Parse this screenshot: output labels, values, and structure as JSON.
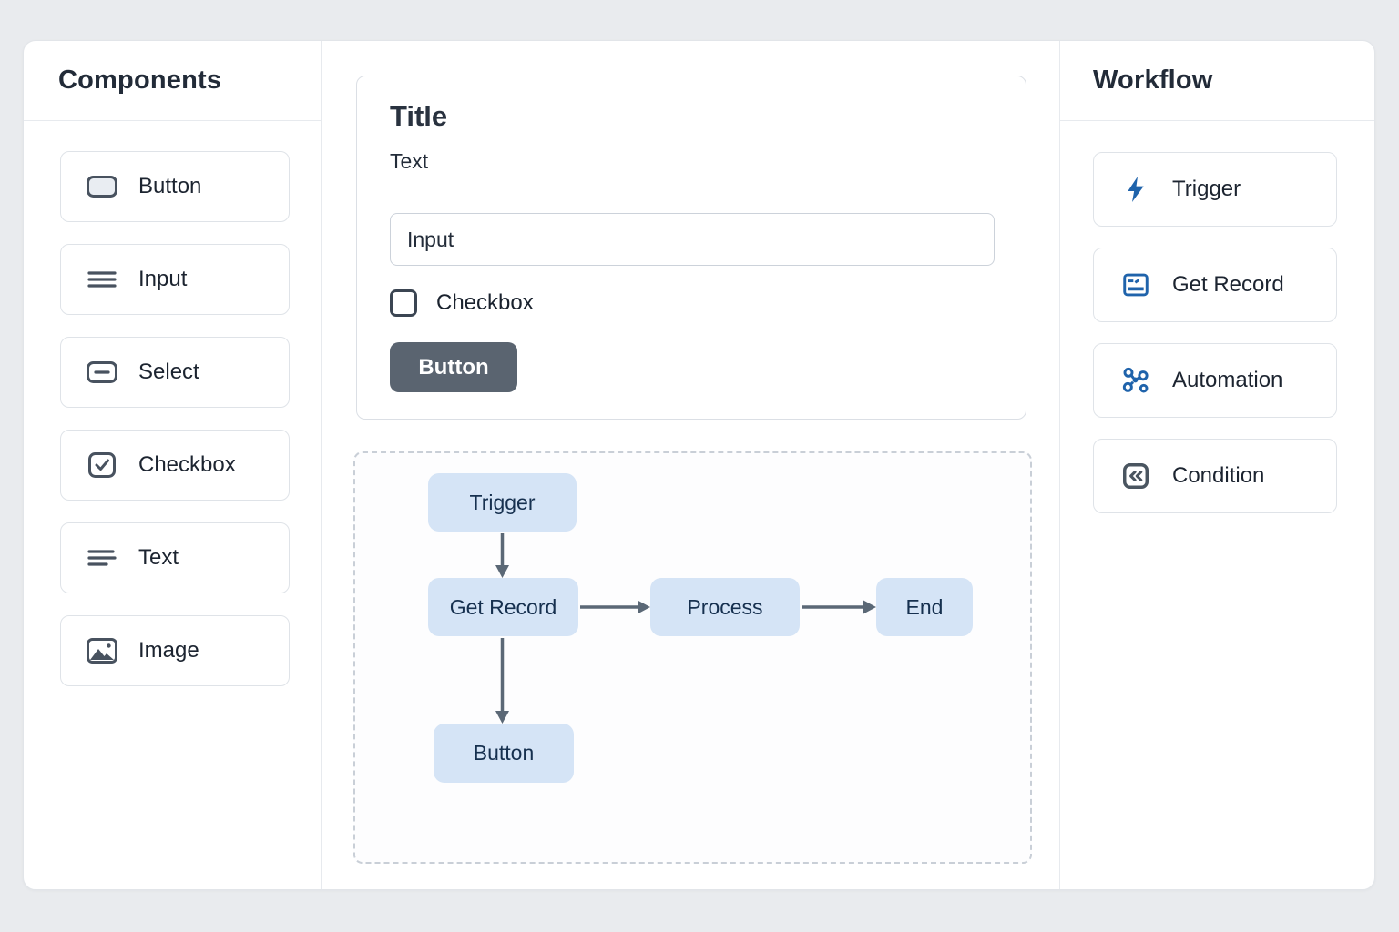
{
  "theme": {
    "colors": {
      "page-bg": "#e9ebee",
      "accent-blue": "#1f63ab",
      "icon-slate": "#48525f",
      "node-bg": "#d5e4f6",
      "node-text": "#16304f",
      "arrow": "#5b6876",
      "dark-button-bg": "#5a6470"
    }
  },
  "components_panel": {
    "title": "Components",
    "items": [
      {
        "label": "Button",
        "icon": "button-icon"
      },
      {
        "label": "Input",
        "icon": "input-icon"
      },
      {
        "label": "Select",
        "icon": "select-icon"
      },
      {
        "label": "Checkbox",
        "icon": "checkbox-icon"
      },
      {
        "label": "Text",
        "icon": "text-icon"
      },
      {
        "label": "Image",
        "icon": "image-icon"
      }
    ]
  },
  "form_preview": {
    "title": "Title",
    "text_label": "Text",
    "input_value": "Input",
    "checkbox_label": "Checkbox",
    "checkbox_checked": false,
    "button_label": "Button"
  },
  "flow_canvas": {
    "nodes": [
      {
        "id": "trigger",
        "label": "Trigger"
      },
      {
        "id": "get-record",
        "label": "Get Record"
      },
      {
        "id": "process",
        "label": "Process"
      },
      {
        "id": "end",
        "label": "End"
      },
      {
        "id": "button",
        "label": "Button"
      }
    ],
    "edges": [
      {
        "from": "trigger",
        "to": "get-record"
      },
      {
        "from": "get-record",
        "to": "process"
      },
      {
        "from": "process",
        "to": "end"
      },
      {
        "from": "get-record",
        "to": "button"
      }
    ]
  },
  "workflow_panel": {
    "title": "Workflow",
    "items": [
      {
        "label": "Trigger",
        "icon": "lightning-icon"
      },
      {
        "label": "Get Record",
        "icon": "record-icon"
      },
      {
        "label": "Automation",
        "icon": "automation-icon"
      },
      {
        "label": "Condition",
        "icon": "condition-icon"
      }
    ]
  }
}
